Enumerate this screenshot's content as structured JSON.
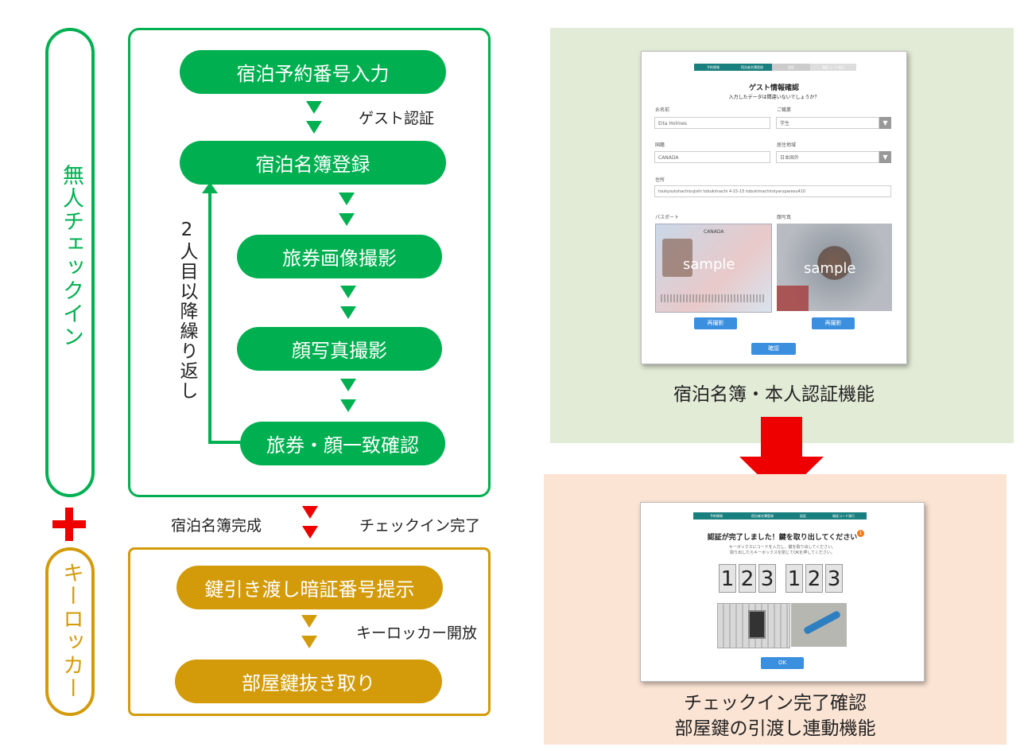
{
  "side": {
    "checkin_label": "無人チェックイン",
    "keylocker_label": "キーロッカー",
    "plus": "+"
  },
  "flow": {
    "step1": "宿泊予約番号入力",
    "guest_auth": "ゲスト認証",
    "step2": "宿泊名簿登録",
    "step3": "旅券画像撮影",
    "step4": "顔写真撮影",
    "step5": "旅券・顔一致確認",
    "repeat_label": "2人目以降繰り返し",
    "registry_done": "宿泊名簿完成",
    "checkin_done": "チェックイン完了",
    "step6": "鍵引き渡し暗証番号提示",
    "locker_open": "キーロッカー開放",
    "step7": "部屋鍵抜き取り"
  },
  "screen1": {
    "steps": [
      "予約情報",
      "宿泊者名簿登録",
      "認証",
      "暗証コード発行"
    ],
    "title": "ゲスト情報確認",
    "subtitle": "入力したデータは間違いないでしょうか？",
    "name_label": "お名前",
    "name_value": "Eita Holmes",
    "job_label": "ご職業",
    "job_value": "学生",
    "country_label": "国籍",
    "country_value": "CANADA",
    "region_label": "居住地域",
    "region_value": "日本国外",
    "address_label": "住所",
    "address_value": "toukyoutohachioujishi tobukimachi 4-15-15 tobukimachiroiyaruparesu410",
    "passport_label": "パスポート",
    "face_label": "顔写真",
    "passport_country": "CANADA",
    "sample": "sample",
    "retake": "再撮影",
    "confirm": "確認"
  },
  "caption1": "宿泊名簿・本人認証機能",
  "screen2": {
    "steps": [
      "予約情報",
      "宿泊者名簿登録",
      "認証",
      "暗証コード発行"
    ],
    "title": "認証が完了しました！鍵を取り出してください",
    "badge": "1",
    "instruction1": "キーボックスにコードを入力し、鍵を取り出してください。",
    "instruction2": "取り出したらキーボックスを閉じてOKを押してください。",
    "code_digits": [
      "1",
      "2",
      "3",
      "1",
      "2",
      "3"
    ],
    "ok": "OK"
  },
  "caption2_line1": "チェックイン完了確認",
  "caption2_line2": "部屋鍵の引渡し連動機能",
  "colors": {
    "green": "#00b050",
    "gold": "#d39b0a",
    "red": "#ee0000",
    "panel_green": "#e2ebd6",
    "panel_peach": "#fbe4d4",
    "teal": "#1a7f7f",
    "blue": "#3b8fdf"
  }
}
